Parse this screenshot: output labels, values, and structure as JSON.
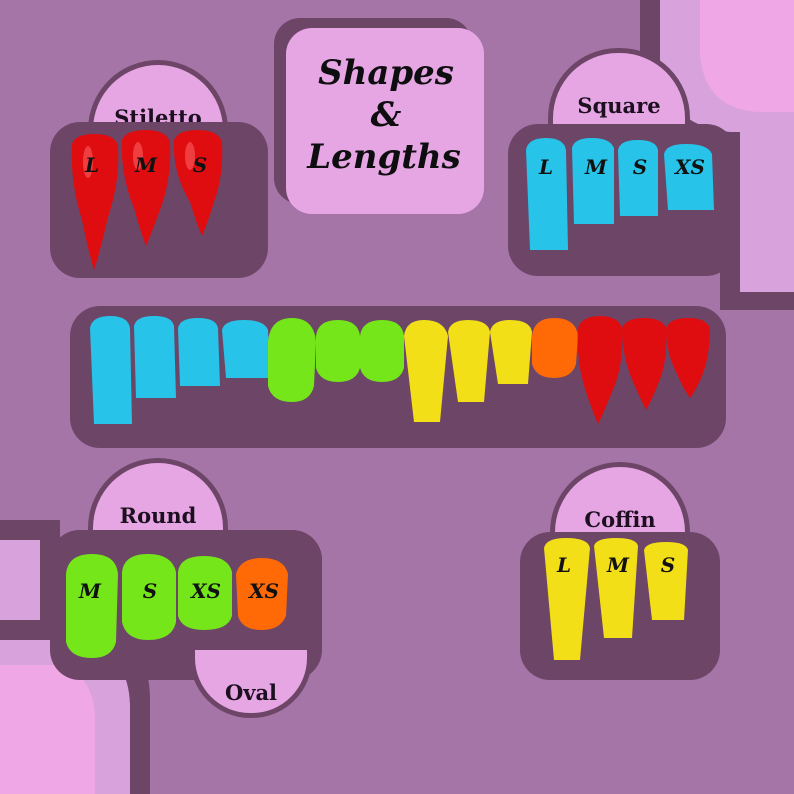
{
  "title": {
    "line1": "Shapes",
    "line2": "&",
    "line3": "Lengths"
  },
  "colors": {
    "background": "#a675a8",
    "panel": "#6c4567",
    "tab": "#e6a5e3",
    "pink_corner": "#efa7e6",
    "blue": "#27c3e9",
    "green": "#74e61a",
    "yellow": "#f2df18",
    "orange": "#ff6a06",
    "red": "#e00d10"
  },
  "stiletto": {
    "label": "Stiletto",
    "sizes": [
      "L",
      "M",
      "S"
    ]
  },
  "square": {
    "label": "Square",
    "sizes": [
      "L",
      "M",
      "S",
      "XS"
    ]
  },
  "round": {
    "label": "Round",
    "sizes": [
      "M",
      "S",
      "XS"
    ]
  },
  "oval": {
    "label": "Oval",
    "sizes": [
      "XS"
    ]
  },
  "coffin": {
    "label": "Coffin",
    "sizes": [
      "L",
      "M",
      "S"
    ]
  }
}
